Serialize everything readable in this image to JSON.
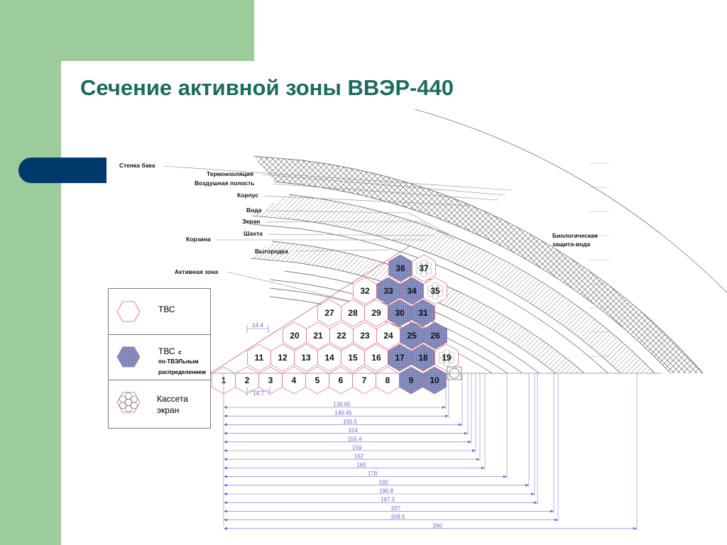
{
  "title": "Сечение активной зоны ВВЭР-440",
  "labels": {
    "stenka_baka": "Стенка бака",
    "termoizolyatsiya": "Термоизоляция",
    "vozdushnaya_polost": "Воздушная полость",
    "korpus": "Корпус",
    "voda": "Вода",
    "ekran": "Экран",
    "shakhta": "Шахта",
    "korzina": "Корзина",
    "vygorodka": "Выгородка",
    "aktivnaya_zona": "Активная зона",
    "bio_line1": "Биологическая",
    "bio_line2": "защита-вода"
  },
  "legend": {
    "tvs": "ТВС",
    "tvs_prof_line1": "ТВС",
    "tvs_prof_small": "с",
    "tvs_prof_line2": "по-ТВЭЛьным",
    "tvs_prof_line3": "распределением",
    "kasseta_line1": "Кассета",
    "kasseta_line2": "экран"
  },
  "small_dims": {
    "pitch_top": "14.4",
    "pitch_bottom": "14.7"
  },
  "dimensions": [
    "139.65",
    "140.45",
    "150.5",
    "154",
    "155.4",
    "159",
    "162",
    "165",
    "178",
    "192",
    "196.8",
    "197.3",
    "207",
    "209.5",
    "260"
  ],
  "cells": [
    {
      "n": "1",
      "type": "tvs"
    },
    {
      "n": "2",
      "type": "tvs"
    },
    {
      "n": "3",
      "type": "tvs"
    },
    {
      "n": "4",
      "type": "tvs"
    },
    {
      "n": "5",
      "type": "tvs"
    },
    {
      "n": "6",
      "type": "tvs"
    },
    {
      "n": "7",
      "type": "tvs"
    },
    {
      "n": "8",
      "type": "tvs"
    },
    {
      "n": "9",
      "type": "prof"
    },
    {
      "n": "10",
      "type": "prof"
    },
    {
      "n": "11",
      "type": "tvs"
    },
    {
      "n": "12",
      "type": "tvs"
    },
    {
      "n": "13",
      "type": "tvs"
    },
    {
      "n": "14",
      "type": "tvs"
    },
    {
      "n": "15",
      "type": "tvs"
    },
    {
      "n": "16",
      "type": "tvs"
    },
    {
      "n": "17",
      "type": "prof"
    },
    {
      "n": "18",
      "type": "prof"
    },
    {
      "n": "19",
      "type": "screen"
    },
    {
      "n": "20",
      "type": "tvs"
    },
    {
      "n": "21",
      "type": "tvs"
    },
    {
      "n": "22",
      "type": "tvs"
    },
    {
      "n": "23",
      "type": "tvs"
    },
    {
      "n": "24",
      "type": "tvs"
    },
    {
      "n": "25",
      "type": "prof"
    },
    {
      "n": "26",
      "type": "prof"
    },
    {
      "n": "27",
      "type": "tvs"
    },
    {
      "n": "28",
      "type": "tvs"
    },
    {
      "n": "29",
      "type": "tvs"
    },
    {
      "n": "30",
      "type": "prof"
    },
    {
      "n": "31",
      "type": "prof"
    },
    {
      "n": "32",
      "type": "tvs"
    },
    {
      "n": "33",
      "type": "prof"
    },
    {
      "n": "34",
      "type": "prof"
    },
    {
      "n": "35",
      "type": "screen"
    },
    {
      "n": "36",
      "type": "prof"
    },
    {
      "n": "37",
      "type": "screen"
    }
  ],
  "colors": {
    "title": "#1b6b5f",
    "green": "#9ccc99",
    "navy": "#003a6c",
    "hex_outline": "#e06070",
    "dim_blue": "#6a6ad0",
    "profiled_fill": "#8e97c9"
  }
}
